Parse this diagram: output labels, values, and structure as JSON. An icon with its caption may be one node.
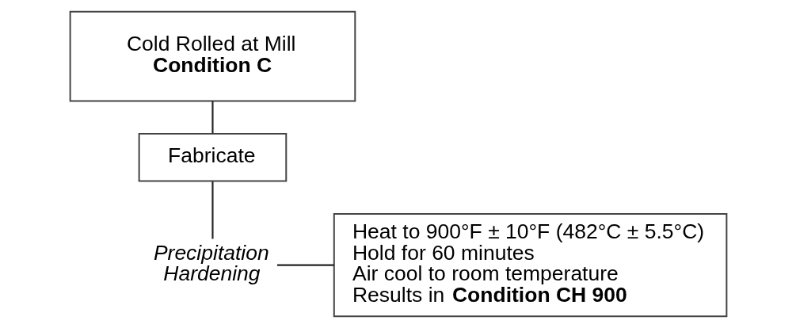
{
  "diagram": {
    "nodes": [
      {
        "text": [
          "Cold Rolled at Mill",
          "Condition C"
        ]
      },
      {
        "text": [
          "Fabricate"
        ]
      },
      {
        "text": [
          "Precipitation Hardening"
        ]
      },
      {
        "text": [
          "Heat to 900°F ± 10°F (482°C ± 5.5°C)",
          "Hold for 60 minutes",
          "Air cool to room temperature",
          "Results in **Condition CH 900**"
        ]
      }
    ],
    "edges": [
      {
        "from": 0,
        "to": 1,
        "arrow": "none"
      },
      {
        "from": 1,
        "to": 2,
        "arrow": "none"
      },
      {
        "from": 2,
        "to": 3,
        "arrow": "none"
      }
    ]
  }
}
